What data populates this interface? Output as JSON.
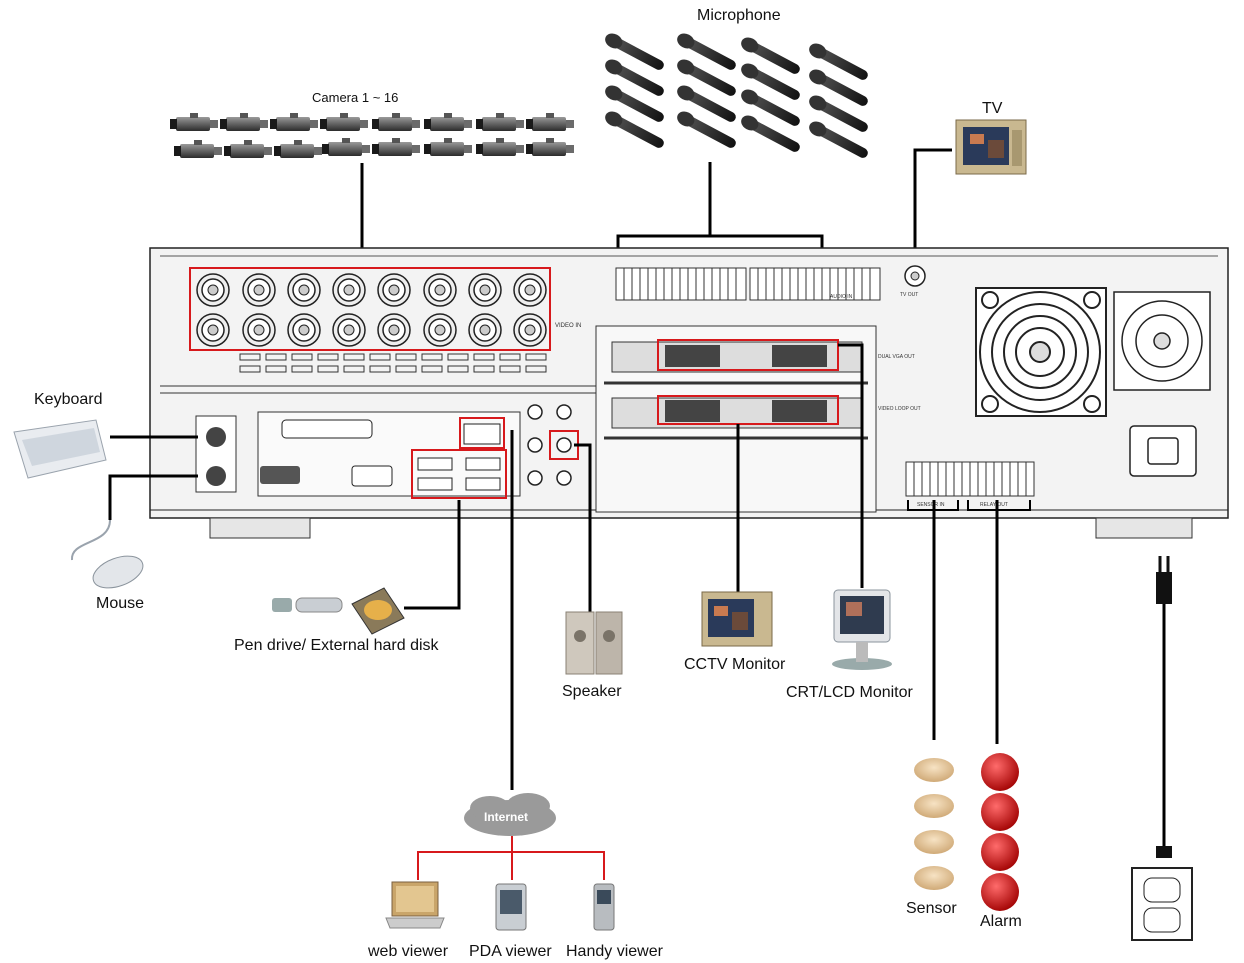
{
  "labels": {
    "microphone": "Microphone",
    "camera": "Camera 1 ~ 16",
    "tv": "TV",
    "keyboard": "Keyboard",
    "mouse": "Mouse",
    "storage": "Pen drive/ External hard disk",
    "speaker": "Speaker",
    "cctv_monitor": "CCTV Monitor",
    "crt_lcd_monitor": "CRT/LCD Monitor",
    "internet": "Internet",
    "web_viewer": "web viewer",
    "pda_viewer": "PDA viewer",
    "handy_viewer": "Handy viewer",
    "sensor": "Sensor",
    "alarm": "Alarm"
  },
  "panel_text": {
    "video_in": "VIDEO IN",
    "audio_in": "AUDIO IN",
    "tv_out": "TV OUT",
    "dual_vga_out": "DUAL VGA OUT",
    "video_loop_out": "VIDEO LOOP OUT",
    "sensor_in": "SENSOR IN",
    "relay_out": "RELAY OUT"
  },
  "colors": {
    "highlight": "#d7191c",
    "line": "#000000",
    "panel": "#e4e4e4"
  }
}
